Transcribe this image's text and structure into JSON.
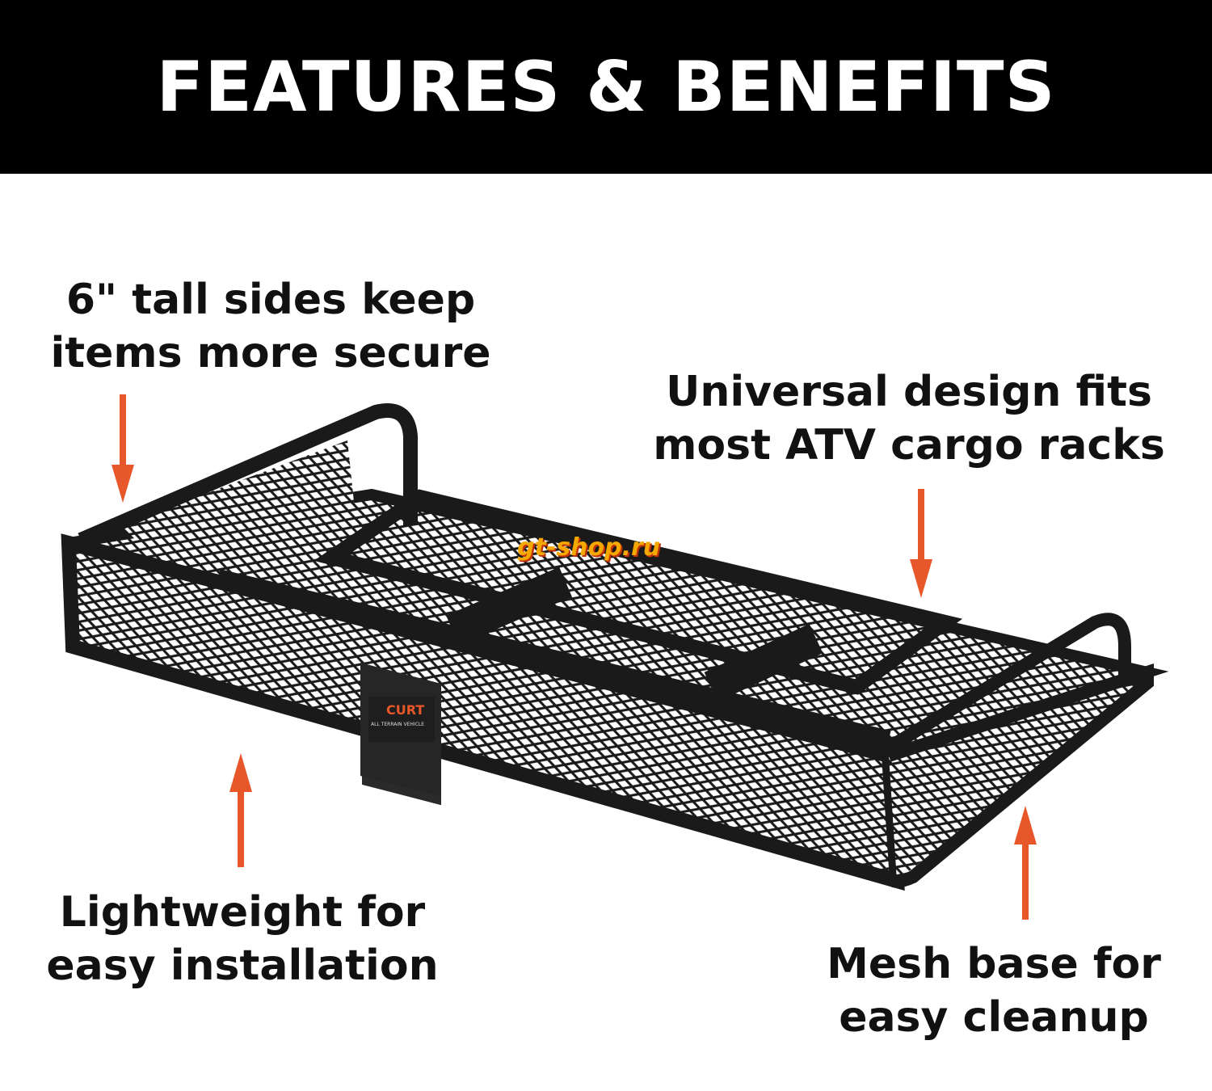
{
  "header": {
    "title": "FEATURES & BENEFITS"
  },
  "callouts": [
    {
      "id": "tall-sides",
      "lines": [
        "6\" tall sides keep",
        "items more secure"
      ]
    },
    {
      "id": "universal",
      "lines": [
        "Universal design fits",
        "most ATV cargo racks"
      ]
    },
    {
      "id": "lightweight",
      "lines": [
        "Lightweight for",
        "easy installation"
      ]
    },
    {
      "id": "mesh-base",
      "lines": [
        "Mesh base for",
        "easy cleanup"
      ]
    }
  ],
  "product": {
    "brand": "CURT",
    "label_subtitle": "ALL TERRAIN VEHICLE"
  },
  "watermark": "gt-shop.ru",
  "colors": {
    "arrow": "#e8572a",
    "header_bg": "#000000",
    "frame": "#1c1c1c"
  }
}
